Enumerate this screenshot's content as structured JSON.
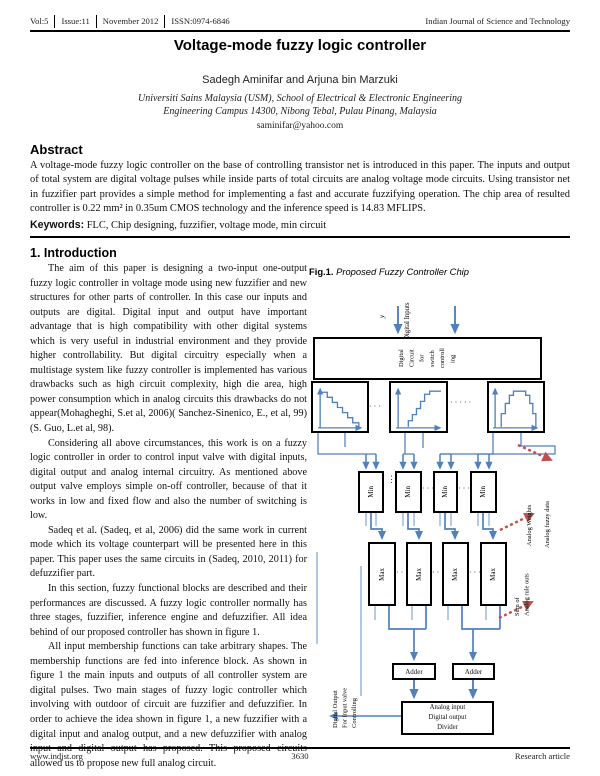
{
  "header": {
    "vol": "Vol:5",
    "issue": "Issue:11",
    "date": "November 2012",
    "issn": "ISSN:0974-6846",
    "journal": "Indian Journal of Science and Technology"
  },
  "article": {
    "title": "Voltage-mode fuzzy logic controller",
    "authors": "Sadegh Aminifar and Arjuna bin Marzuki",
    "affiliation_line1": "Universiti Sains Malaysia (USM), School of Electrical & Electronic Engineering",
    "affiliation_line2": "Engineering Campus 14300, Nibong Tebal, Pulau Pinang, Malaysia",
    "email": "saminifar@yahoo.com"
  },
  "abstract": {
    "heading": "Abstract",
    "text": "A voltage-mode fuzzy logic controller on the base of controlling transistor net is introduced in this paper. The inputs and output of total system are digital voltage pulses while inside parts of total circuits are analog voltage mode circuits. Using transistor net in fuzzifier part provides a simple method for implementing a fast and accurate fuzzifying operation.  The chip area of resulted controller is 0.22 mm² in 0.35um CMOS technology and the inference speed is 14.83 MFLIPS.",
    "keywords_label": "Keywords:",
    "keywords": "FLC, Chip designing, fuzzifier, voltage mode, min circuit"
  },
  "introduction": {
    "heading": "1.  Introduction",
    "paragraphs": [
      "The aim of this paper is designing a two-input one-output fuzzy logic controller in voltage mode using new fuzzifier and new structures for other parts of controller. In this case our inputs and outputs are digital. Digital input and output have important advantage that is high compatibility with other digital systems which is very useful in industrial environment and they provide higher controllability. But digital circuitry especially when a multistage system like fuzzy controller is implemented has various drawbacks such as high circuit complexity, high die area, high power consumption which in analog circuits this drawbacks do not appear(Mohagheghi, S.et al, 2006)( Sanchez-Sinenico, E., et al, 99) (S. Guo, L.et al, 98).",
      "Considering all above circumstances, this work is on a fuzzy logic controller in order to control input valve with digital inputs, digital output and analog internal circuitry. As mentioned above output valve employs simple on-off controller, because of that it works in low and fixed flow and also the number of switching is low.",
      "Sadeq et al. (Sadeq, et al, 2006) did the same work in current mode which its voltage counterpart will be presented here in this paper. This paper uses the same circuits in (Sadeq, 2010, 2011) for defuzzifier part.",
      "In this section, fuzzy functional blocks are described and their performances are discussed. A fuzzy logic controller normally has three stages, fuzzifier, inference engine and defuzzifier. All idea behind of our proposed controller has shown in figure 1.",
      "All input membership functions can take arbitrary shapes. The membership functions are fed into inference block. As shown in figure 1 the main inputs and outputs of all controller system are digital pulses. Two main stages of fuzzy logic controller which involving with outdoor of circuit are fuzzifier and defuzzifier. In order to achieve the idea shown in figure 1, a new fuzzifier with a digital input and analog output, and a new defuzzifier with analog input and digital output has proposed. This proposed circuits allowed us to propose new full analog circuit."
    ]
  },
  "figure": {
    "caption_label": "Fig.1.",
    "caption_text": "Proposed Fuzzy Controller Chip",
    "input_var": "y",
    "digital_inputs": "Digital Inputs",
    "switch_box": "Digital\nCircuit\nfor\nswitch\ncontroll\ning",
    "min": "Min",
    "max": "Max",
    "adder": "Adder",
    "divider": "Analog input\nDigital output\nDivider",
    "label_fuzzy_data": "Analog fuzzy data",
    "label_weights": "Analog Weights",
    "label_sum": "Sum of\nAnalog rule outs",
    "label_output": "Digital Output\nFor Input valve\nControlling",
    "dots": "·····",
    "dots_short": "···",
    "dots_v": "⋮",
    "colors": {
      "wire_blue": "#4f81bd",
      "arrow_red": "#c0504d"
    }
  },
  "footer": {
    "site": "www.indjst.org",
    "page": "3630",
    "note": "Research article"
  }
}
